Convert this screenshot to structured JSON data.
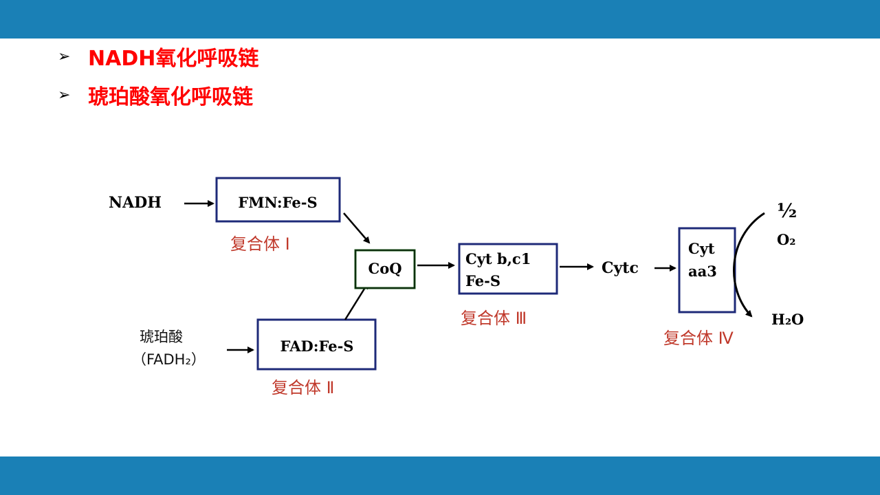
{
  "header": {
    "bar_color": "#1a80b6"
  },
  "bullets": [
    {
      "mark": "➢",
      "text": "NADH氧化呼吸链"
    },
    {
      "mark": "➢",
      "text": "琥珀酸氧化呼吸链"
    }
  ],
  "diagram": {
    "nadh": "NADH",
    "box_fmn": "FMN:Fe-S",
    "cap_1": "复合体 Ⅰ",
    "succinate": "琥珀酸",
    "fadh2": "（FADH₂）",
    "box_fad": "FAD:Fe-S",
    "cap_2": "复合体 Ⅱ",
    "box_coq": "CoQ",
    "box_cytb_line1": "Cyt b,c1",
    "box_cytb_line2": "Fe-S",
    "cap_3": "复合体 Ⅲ",
    "cytc": "Cytc",
    "box_cytaa3_line1": "Cyt",
    "box_cytaa3_line2": "aa3",
    "cap_4": "复合体 Ⅳ",
    "half": "½",
    "o2": "O₂",
    "h2o": "H₂O"
  },
  "colors": {
    "bullet_text": "#ff0000",
    "caption": "#c0392b",
    "box_border": "#1e2a78",
    "coq_border": "#1d5e1d"
  }
}
